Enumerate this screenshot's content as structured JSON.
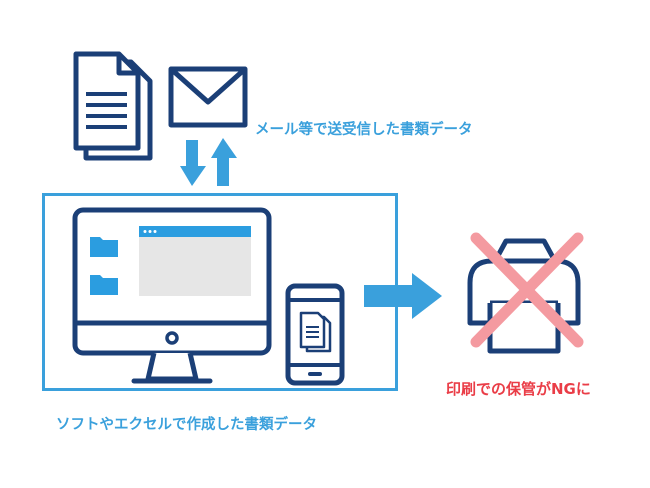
{
  "labels": {
    "email_docs": "メール等で送受信した書類データ",
    "software_docs": "ソフトやエクセルで作成した書類データ",
    "print_ng": "印刷での保管がNGに"
  },
  "icons": [
    "documents-icon",
    "envelope-icon",
    "arrow-down-icon",
    "arrow-up-icon",
    "desktop-monitor-icon",
    "folder-icon",
    "window-icon",
    "smartphone-icon",
    "document-icon",
    "arrow-right-icon",
    "printer-icon",
    "cross-mark-icon"
  ],
  "colors": {
    "navy": "#1b3f77",
    "accent_blue": "#3aa0dc",
    "folder_blue": "#2b9de0",
    "window_gray": "#e6e6e6",
    "cross_red": "#f49aa0",
    "text_red": "#ea3d47"
  }
}
